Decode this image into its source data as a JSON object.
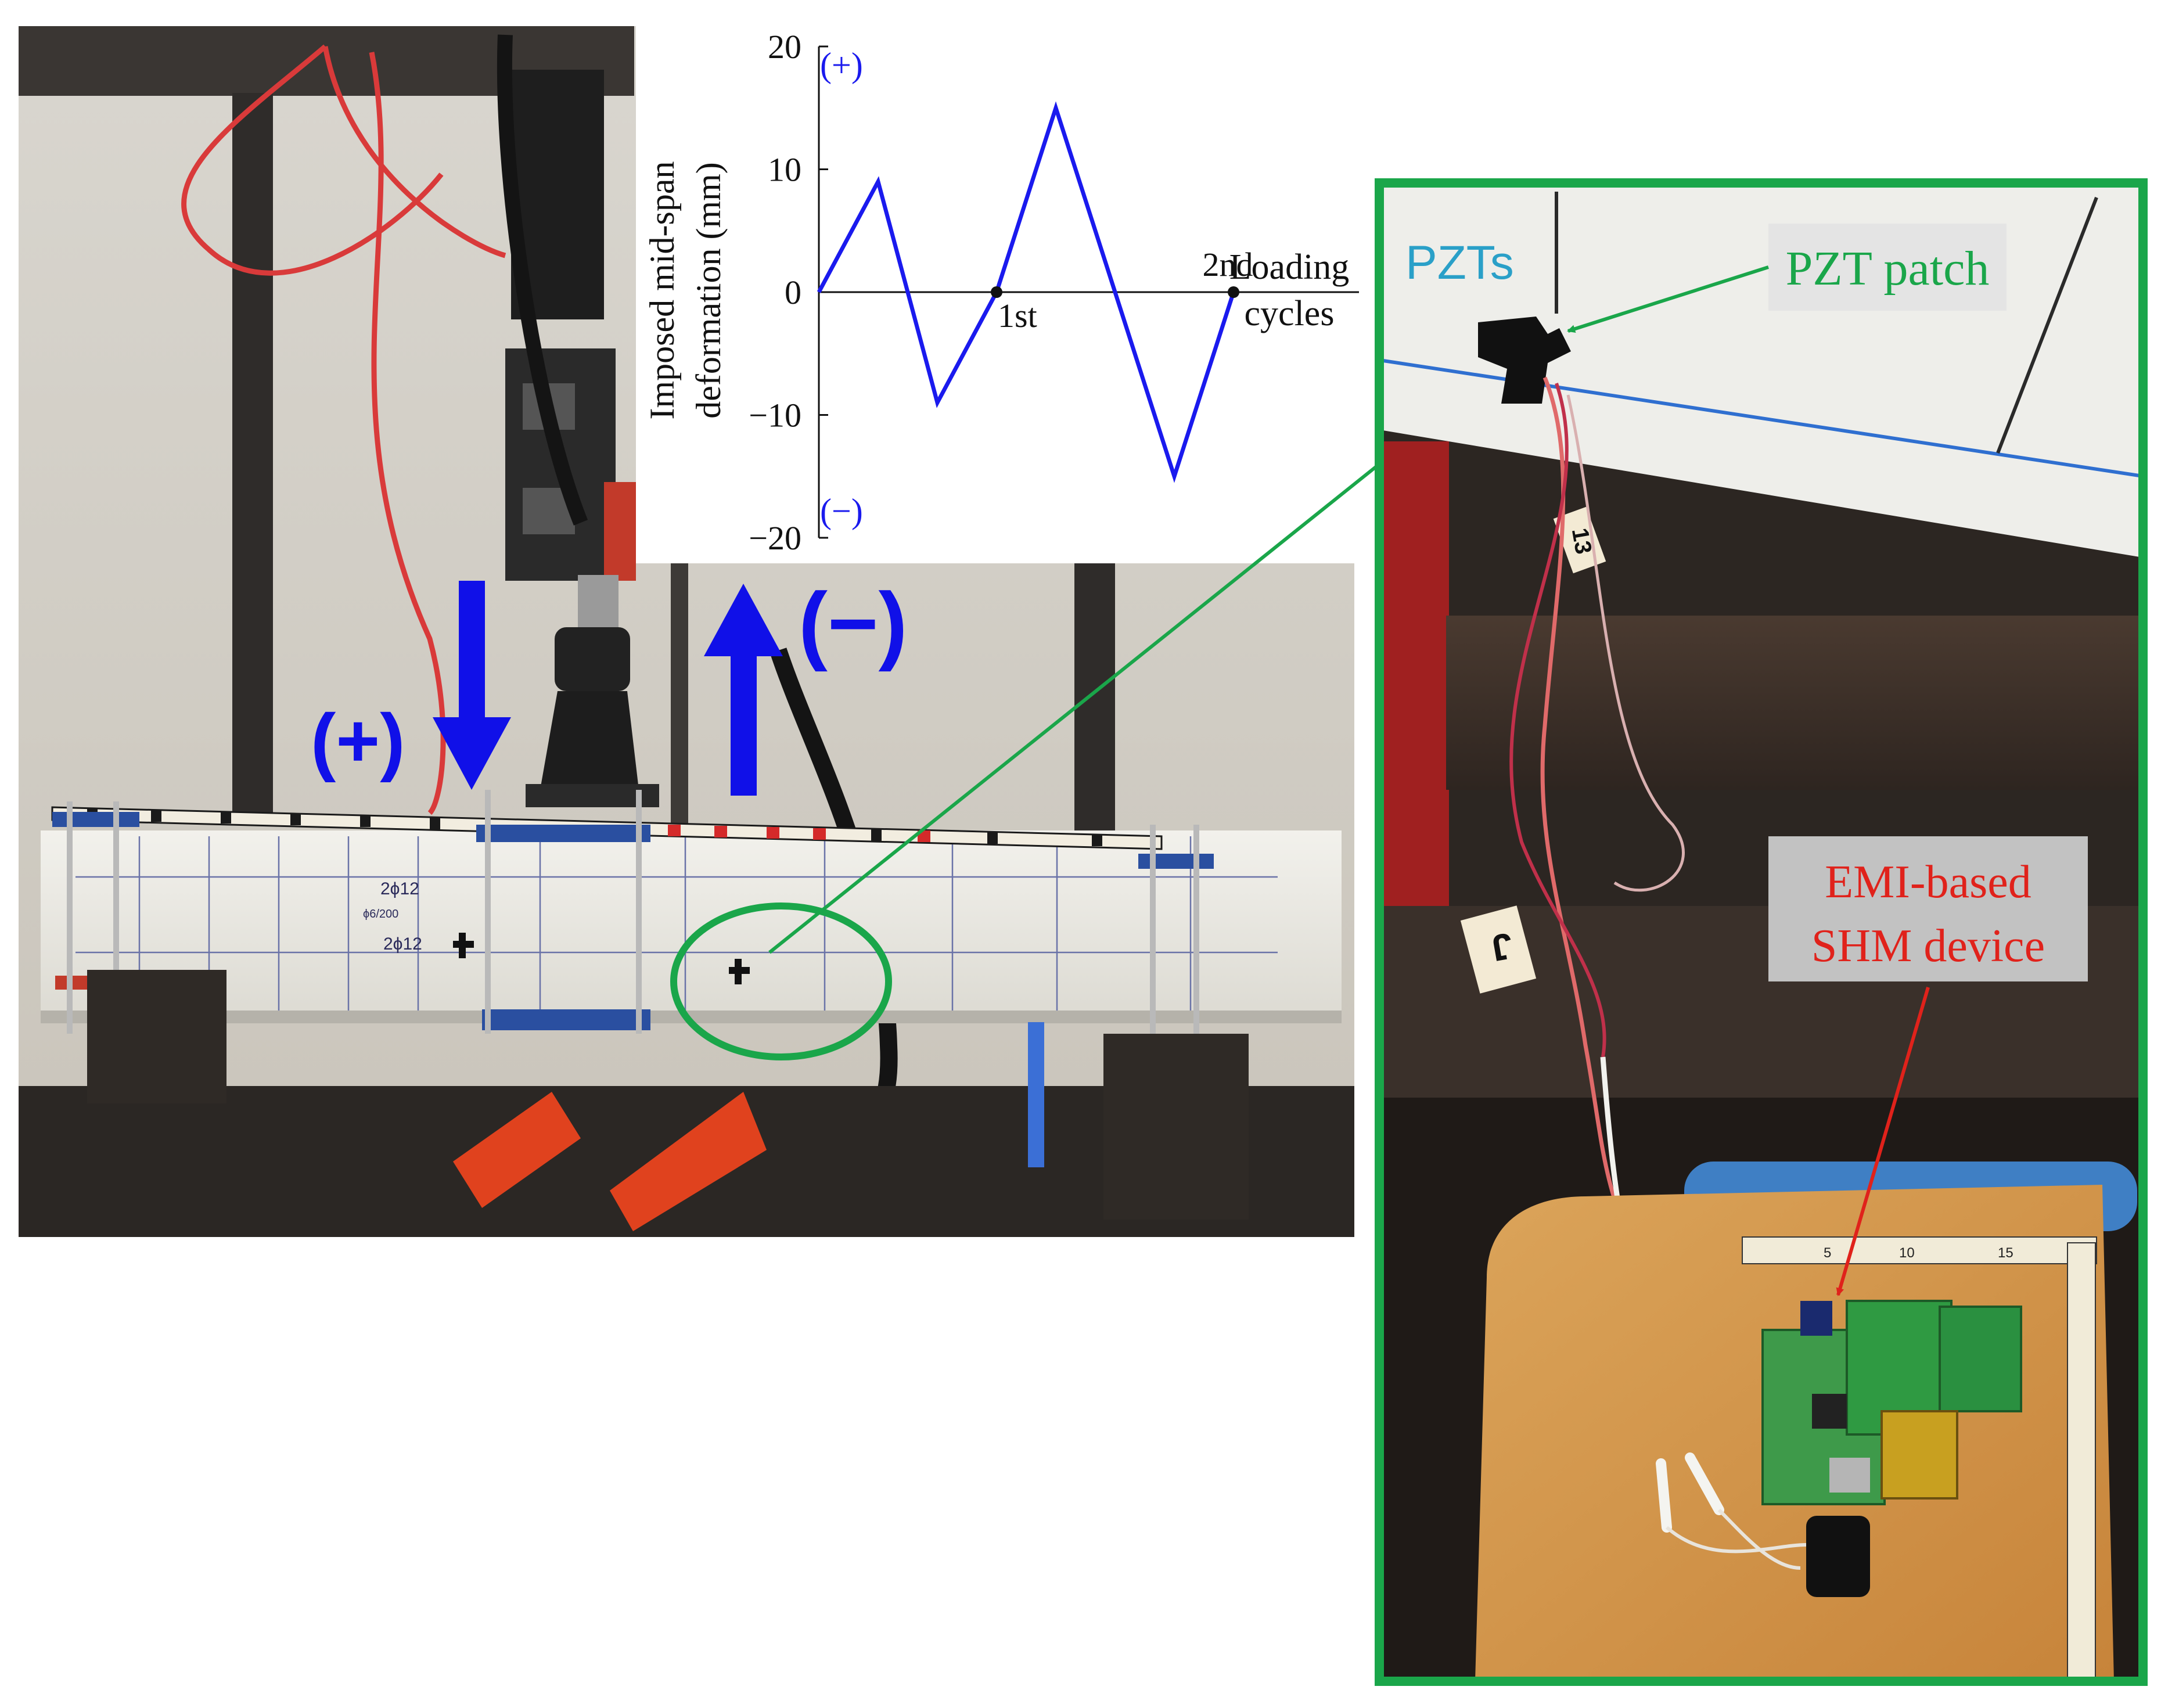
{
  "left_photo": {
    "beam_labels": [
      "2ϕ12",
      "ϕ6/200",
      "2ϕ12"
    ],
    "arrow_down_label": "(+)",
    "arrow_up_label": "(−)"
  },
  "chart_data": {
    "type": "line",
    "title": "",
    "ylabel_line1": "Imposed mid-span",
    "ylabel_line2": "deformation (mm)",
    "xlabel_line1": "Loading",
    "xlabel_line2": "cycles",
    "ylim": [
      -20,
      20
    ],
    "yticks": [
      "20",
      "10",
      "0",
      "−10",
      "−20"
    ],
    "ytick_values": [
      20,
      10,
      0,
      -10,
      -20
    ],
    "plus_label": "(+)",
    "minus_label": "(−)",
    "x": [
      0,
      1,
      2,
      3,
      4,
      5,
      6,
      7
    ],
    "y": [
      0,
      9,
      -9,
      0,
      15,
      0,
      -15,
      0
    ],
    "cycle_markers": [
      {
        "label": "1st",
        "x": 3,
        "y": 0
      },
      {
        "label": "2nd",
        "x": 7,
        "y": 0
      }
    ],
    "series_color": "#1a1aee"
  },
  "right_photo": {
    "frame_color": "#1aa64a",
    "wall_label": "PZTs",
    "tag1": "13",
    "tag2": "J",
    "pzt_callout": "PZT patch",
    "pzt_callout_color": "#1aa64a",
    "device_callout_line1": "EMI-based",
    "device_callout_line2": "SHM device",
    "device_callout_color": "#e0221b",
    "ruler_marks": [
      "5",
      "10",
      "15"
    ]
  },
  "colors": {
    "load_arrow": "#1010e8",
    "ellipse": "#1aa64a",
    "connector": "#1aa64a"
  }
}
